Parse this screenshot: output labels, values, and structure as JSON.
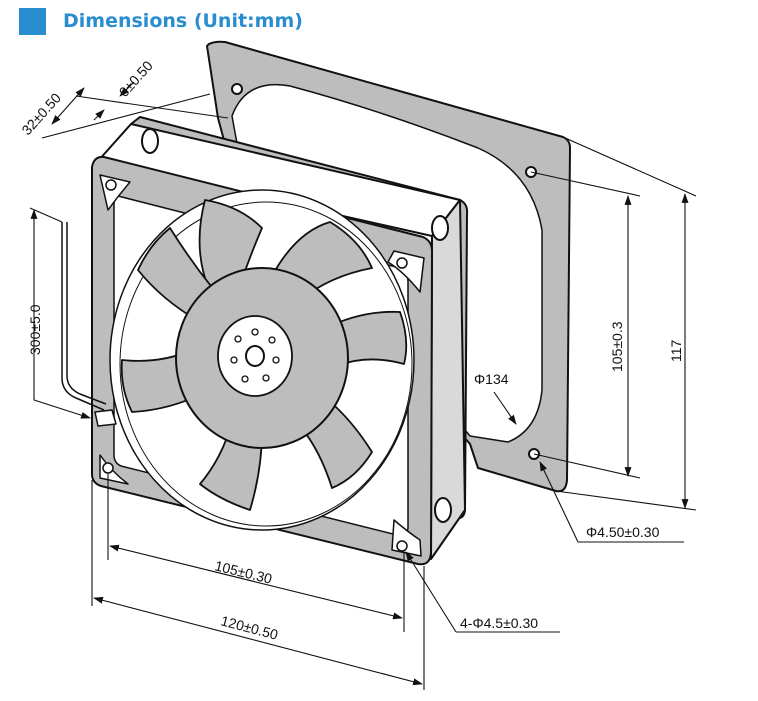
{
  "header": {
    "title": "Dimensions (Unit:mm)",
    "accent_color": "#2a8dd0",
    "icon": "square-marker-icon"
  },
  "drawing": {
    "subject": "fan-icon",
    "line_color": "#111111",
    "fill_light": "#ffffff",
    "fill_gray": "#bdbdbd",
    "dimensions": {
      "depth_overall": "32±0.50",
      "depth_flange": "6±0.50",
      "lead_length": "300±5.0",
      "hole_pitch_front": "105±0.30",
      "frame_width": "120±0.50",
      "hole_pitch_side": "105±0.3",
      "frame_height": "117",
      "diameter_opening": "Φ134",
      "hole_diameter_rear": "Φ4.50±0.30",
      "hole_diameter_front": "4-Φ4.5±0.30"
    }
  }
}
